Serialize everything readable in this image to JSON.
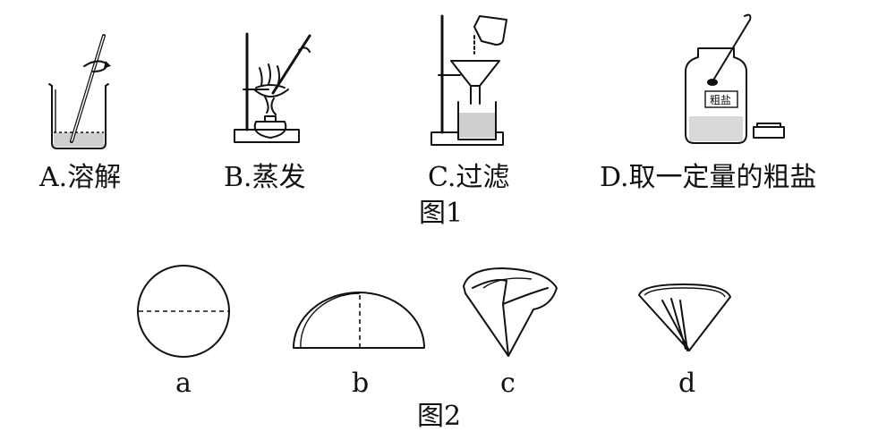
{
  "figure1": {
    "caption": "图1",
    "items": [
      {
        "label": "A.溶解"
      },
      {
        "label": "B.蒸发"
      },
      {
        "label": "C.过滤"
      },
      {
        "label": "D.取一定量的粗盐"
      }
    ],
    "jar_label": "粗盐"
  },
  "figure2": {
    "caption": "图2",
    "items": [
      {
        "label": "a"
      },
      {
        "label": "b"
      },
      {
        "label": "c"
      },
      {
        "label": "d"
      }
    ]
  }
}
